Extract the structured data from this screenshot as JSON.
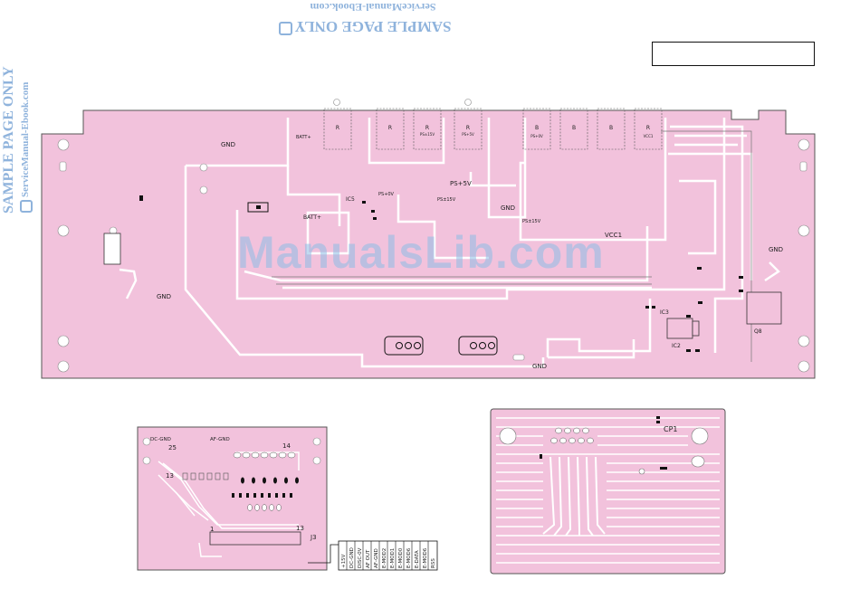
{
  "watermark": {
    "top_line1": "SAMPLE PAGE ONLY",
    "top_line2": "ServiceManual-Ebook.com",
    "side_line1": "SAMPLE PAGE ONLY",
    "side_line2": "ServiceManual-Ebook.com",
    "center": "ManualsLib.com"
  },
  "title_box": {
    "text": ""
  },
  "main_board": {
    "labels": {
      "gnd_top": "GND",
      "gnd_left": "GND",
      "gnd_mid": "GND",
      "gnd_right": "GND",
      "gnd_bottom": "GND",
      "batt_top": "BATT+",
      "batt_mid": "BATT+",
      "ps5v": "PS+5V",
      "ps0v": "PS+0V",
      "ps15v": "PS±15V",
      "ps15v_b": "PS±15V",
      "ps0v_b": "PS+0V",
      "ps5v_b": "PS+5V",
      "vcc1": "VCC1",
      "vcc1_top": "VCC1",
      "ic5": "IC5",
      "ic3": "IC3",
      "ic2": "IC2",
      "q8": "Q8",
      "ps6v_small": "PS+0V"
    },
    "connectors": [
      "R",
      "R",
      "R",
      "R",
      "B",
      "B",
      "B",
      "R"
    ],
    "connector_subs": [
      "BATT+",
      "",
      "PS±15V",
      "PS+5V",
      "PS+0V",
      "",
      "",
      "VCC1"
    ]
  },
  "sub_board_left": {
    "labels": {
      "dc_gnd": "DC-GND",
      "af_gnd": "AF-GND",
      "pin25": "25",
      "pin14": "14",
      "pin13a": "13",
      "pin1": "1",
      "pin13b": "13",
      "j3": "J3"
    },
    "pin_table": [
      "+15V",
      "DC-GND",
      "DISC-0V",
      "AF OUT",
      "AF-GND",
      "E-MOD2",
      "E-MOD1",
      "E-MOD0",
      "E-MOD6",
      "E-DATA",
      "E-MOD6",
      "RSS"
    ]
  },
  "sub_board_right": {
    "labels": {
      "cp1": "CP1"
    }
  },
  "colors": {
    "board_fill": "#f2c2dc",
    "board_edge": "#555555",
    "trace": "#ffffff",
    "watermark": "#8fb3dc"
  }
}
